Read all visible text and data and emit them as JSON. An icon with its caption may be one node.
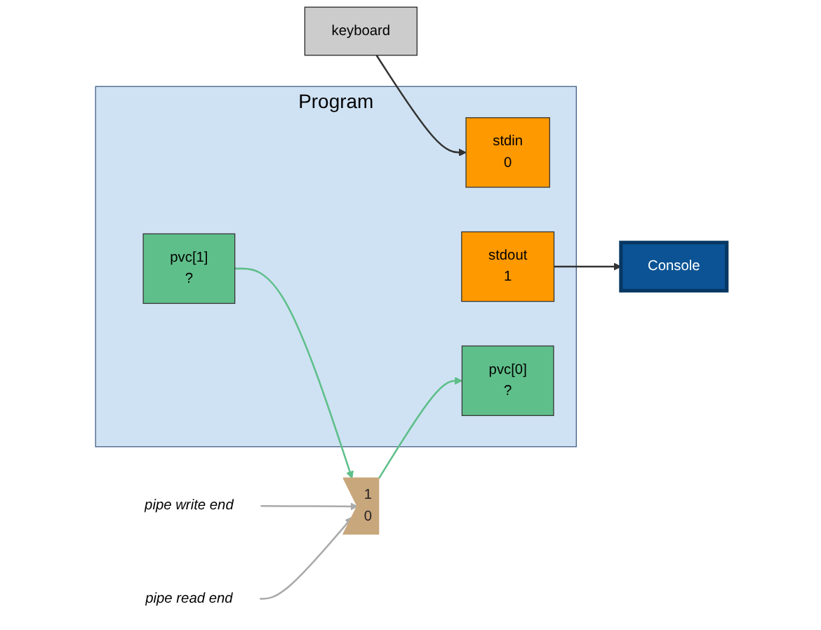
{
  "diagram": {
    "nodes": [
      {
        "text": [
          "Program"
        ]
      },
      {
        "text": [
          "stdin",
          "0"
        ],
        "in": 0
      },
      {
        "text": [
          "stdout",
          "1"
        ],
        "in": 0
      },
      {
        "text": [
          "pvc[0]",
          "?"
        ],
        "in": 0
      },
      {
        "text": [
          "pvc[1]",
          "?"
        ],
        "in": 0
      },
      {
        "text": [
          "keyboard"
        ]
      },
      {
        "text": [
          "Console"
        ]
      },
      {
        "text": [
          "1",
          "0"
        ]
      },
      {
        "text": [
          "pipe write end"
        ]
      },
      {
        "text": [
          "pipe read end"
        ]
      }
    ],
    "edges": [
      {
        "from": 5,
        "to": 1,
        "arrow": "to"
      },
      {
        "from": 2,
        "to": 6,
        "arrow": "to"
      },
      {
        "from": 4,
        "to": 7,
        "arrow": "to",
        "color": "#5fbf8a"
      },
      {
        "from": 7,
        "to": 3,
        "arrow": "to",
        "color": "#5fbf8a"
      },
      {
        "from": 8,
        "to": 7,
        "arrow": "to",
        "color": "#aaaaaa"
      },
      {
        "from": 9,
        "to": 7,
        "arrow": "to",
        "color": "#aaaaaa"
      }
    ]
  }
}
